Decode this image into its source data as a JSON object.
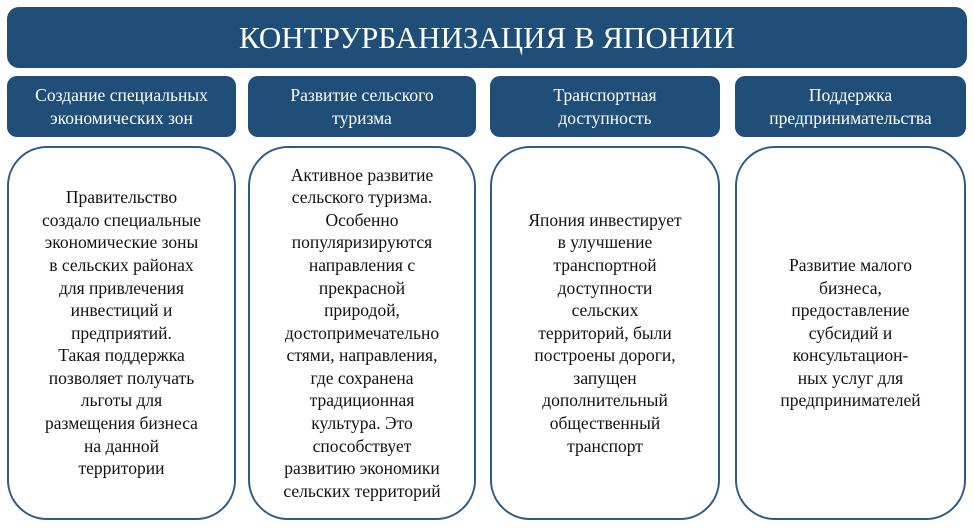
{
  "title": "КОНТРУРБАНИЗАЦИЯ В ЯПОНИИ",
  "columns": [
    {
      "header": "Создание специальных\nэкономических зон",
      "text": "Правительство\nсоздало специальные\nэкономические зоны\nв сельских районах\nдля привлечения\nинвестиций и\nпредприятий.\nТакая поддержка\nпозволяет получать\nльготы для\nразмещения бизнеса\nна данной\nтерритории"
    },
    {
      "header": "Развитие сельского\nтуризма",
      "text": "Активное развитие\nсельского туризма.\nОсобенно\nпопуляризируются\nнаправления с\nпрекрасной\nприродой,\nдостопримечательно\nстями, направления,\nгде сохранена\nтрадиционная\nкультура. Это\nспособствует\nразвитию экономики\nсельских территорий"
    },
    {
      "header": "Транспортная\nдоступность",
      "text": "Япония инвестирует\nв улучшение\nтранспортной\nдоступности\nсельских\nтерриторий, были\nпостроены дороги,\nзапущен\nдополнительный\nобщественный\nтранспорт"
    },
    {
      "header": "Поддержка\nпредпринимательства",
      "text": "Развитие малого\nбизнеса,\nпредоставление\nсубсидий и\nконсультацион-\nных услуг для\nпредпринимателей"
    }
  ]
}
